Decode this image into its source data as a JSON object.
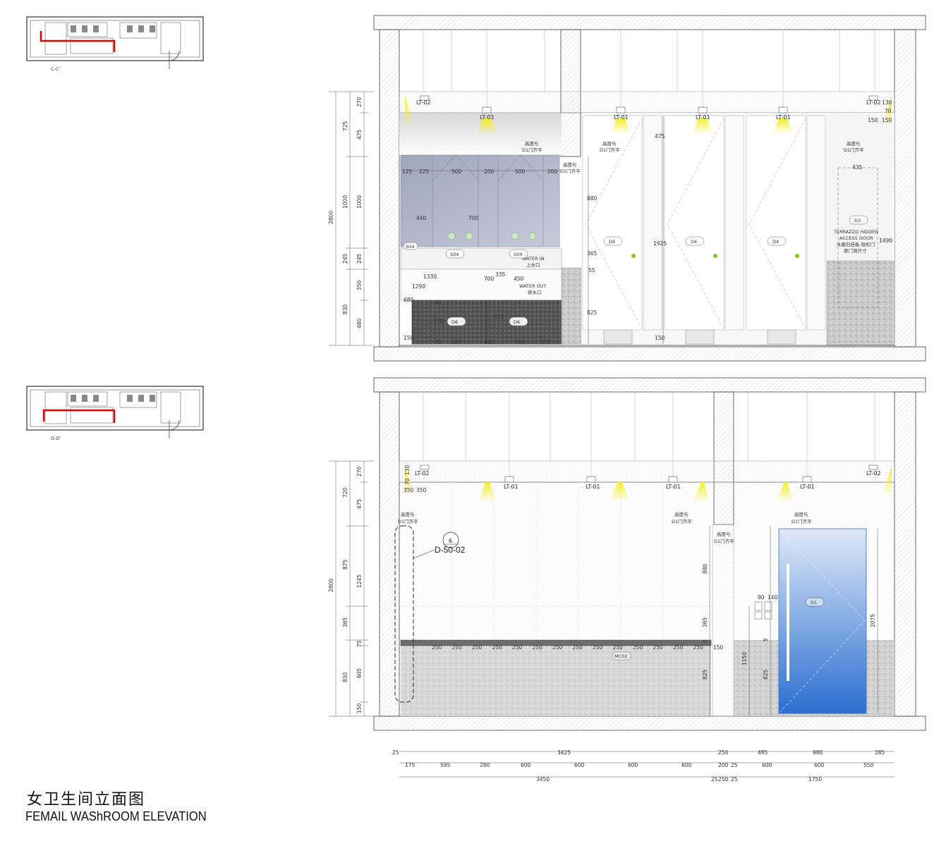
{
  "title": {
    "cn": "女卫生间立面图",
    "en": "FEMAIL WAShROOM ELEVATION"
  },
  "keyplans": [
    {
      "section": "C-C'"
    },
    {
      "section": "D-D'"
    }
  ],
  "elevation_cc": {
    "lights": [
      "LT-02",
      "LT-01",
      "LT-01",
      "LT-01",
      "LT-01",
      "LT-02"
    ],
    "notes": [
      "高度与",
      "D1门齐平",
      "WATER IN",
      "上水口",
      "WATER OUT",
      "排水口",
      "TERRAZZO HIDDEN",
      "ACCESS DOOR",
      "水磨石挂板 隐形门",
      "原门洞尺寸"
    ],
    "tags": [
      "S04",
      "S04",
      "S04",
      "D6",
      "D6",
      "D4",
      "D4",
      "D4",
      "D3"
    ],
    "dims_left_outer": [
      "2800"
    ],
    "dims_left_mid": [
      "725",
      "1000",
      "245",
      "830"
    ],
    "dims_left_inner": [
      "270",
      "475",
      "1000",
      "245",
      "350",
      "480"
    ],
    "dims_top_row": [
      "125",
      "225",
      "500",
      "200",
      "500",
      "200"
    ],
    "dims_misc": [
      "440",
      "700",
      "700",
      "335",
      "450",
      "1330",
      "1290",
      "680",
      "370",
      "40",
      "615",
      "150",
      "70",
      "260",
      "440",
      "260",
      "320",
      "880",
      "365",
      "55",
      "825",
      "1925",
      "475",
      "435",
      "1490",
      "130",
      "70",
      "150",
      "150",
      "150"
    ]
  },
  "elevation_dd": {
    "lights": [
      "LT-02",
      "LT-01",
      "LT-01",
      "LT-01",
      "LT-01",
      "LT-02"
    ],
    "notes": [
      "高度与",
      "D1门齐平"
    ],
    "detail_ref": {
      "num": "6",
      "sheet": "D-50-02"
    },
    "tags": [
      "MC02",
      "D1"
    ],
    "counter_dims": [
      "250",
      "250",
      "250",
      "250",
      "250",
      "250",
      "250",
      "250",
      "250",
      "250",
      "250",
      "250",
      "250",
      "250",
      "150"
    ],
    "dims_left_outer": [
      "2800"
    ],
    "dims_left_mid": [
      "720",
      "875",
      "365",
      "830"
    ],
    "dims_left_inner": [
      "270",
      "475",
      "1245",
      "75",
      "605",
      "150"
    ],
    "dims_misc": [
      "70",
      "130",
      "350",
      "350",
      "880",
      "365",
      "5",
      "825",
      "1150",
      "5",
      "825",
      "2075",
      "90",
      "140"
    ],
    "bottom_row1": [
      "25",
      "3425",
      "250",
      "485",
      "980",
      "285"
    ],
    "bottom_row2": [
      "175",
      "595",
      "280",
      "600",
      "600",
      "600",
      "600",
      "200",
      "25",
      "600",
      "600",
      "550"
    ],
    "bottom_row3": [
      "3450",
      "25",
      "250",
      "25",
      "1750"
    ]
  },
  "colors": {
    "light_beam": "#f2ee2a",
    "door_blue": "#2b6fd0",
    "keyplan_red": "#e00000"
  }
}
